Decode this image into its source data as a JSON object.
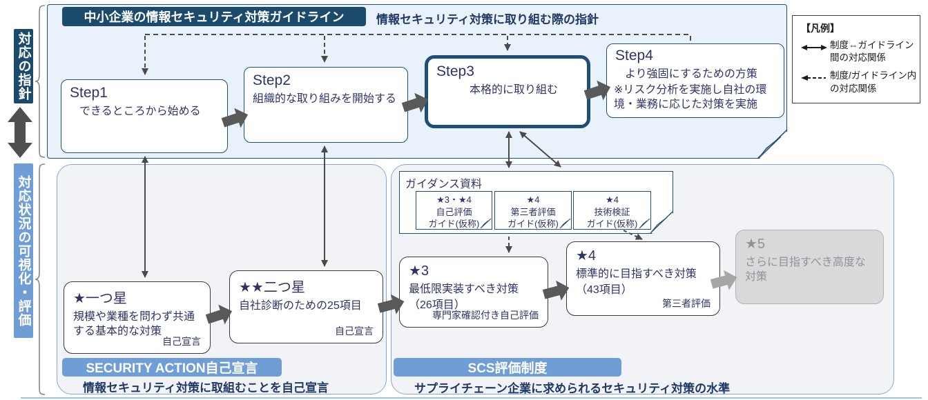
{
  "left_rail": {
    "top_label": "対応の指針",
    "bottom_label": "対応状況の可視化・評価"
  },
  "guideline_section": {
    "title": "中小企業の情報セキュリティ対策ガイドライン",
    "subtitle": "情報セキュリティ対策に取り組む際の指針",
    "steps": [
      {
        "name": "Step1",
        "desc": "できるところから始める"
      },
      {
        "name": "Step2",
        "desc": "組織的な取り組みを開始する"
      },
      {
        "name": "Step3",
        "desc": "本格的に取り組む"
      },
      {
        "name": "Step4",
        "desc": "より強固にするための方策",
        "note": "※リスク分析を実施し自社の環境・業務に応じた対策を実施"
      }
    ]
  },
  "legend": {
    "title": "【凡例】",
    "items": [
      {
        "style": "solid-double-arrow",
        "label": "制度⇔ガイドライン間の対応関係"
      },
      {
        "style": "dashed-arrow",
        "label": "制度/ガイドライン内の対応関係"
      }
    ]
  },
  "security_action_section": {
    "band": "SECURITY ACTION自己宣言",
    "footer": "情報セキュリティ対策に取組むことを自己宣言",
    "levels": [
      {
        "title": "★一つ星",
        "desc": "規模や業種を問わず共通する基本的な対策",
        "tag": "自己宣言"
      },
      {
        "title": "★★二つ星",
        "desc": "自社診断のための25項目",
        "tag": "自己宣言"
      }
    ]
  },
  "scs_section": {
    "band": "SCS評価制度",
    "footer": "サプライチェーン企業に求められるセキュリティ対策の水準",
    "guidance": {
      "title": "ガイダンス資料",
      "docs": [
        {
          "stars": "★3・★4",
          "line1": "自己評価",
          "line2": "ガイド(仮称)"
        },
        {
          "stars": "★4",
          "line1": "第三者評価",
          "line2": "ガイド(仮称)"
        },
        {
          "stars": "★4",
          "line1": "技術検証",
          "line2": "ガイド(仮称)"
        }
      ]
    },
    "levels": [
      {
        "title": "★3",
        "desc": "最低限実装すべき対策",
        "desc2": "（26項目）",
        "tag": "専門家確認付き自己評価"
      },
      {
        "title": "★4",
        "desc": "標準的に目指すべき対策",
        "desc2": "（43項目）",
        "tag": "第三者評価"
      },
      {
        "title": "★5",
        "desc": "さらに目指すべき高度な対策",
        "tag": ""
      }
    ]
  },
  "colors": {
    "navy": "#1f4e79",
    "dark_band": "#1b4a6b",
    "blue_band": "#6f9ed6",
    "text_navy": "#2e3468",
    "top_bg": "#e9f1fa",
    "bottom_bg": "#f1f3f7",
    "bottom_border": "#86a8d8",
    "arrow_gray": "#595959",
    "disabled_gray": "#d9d9d9"
  }
}
